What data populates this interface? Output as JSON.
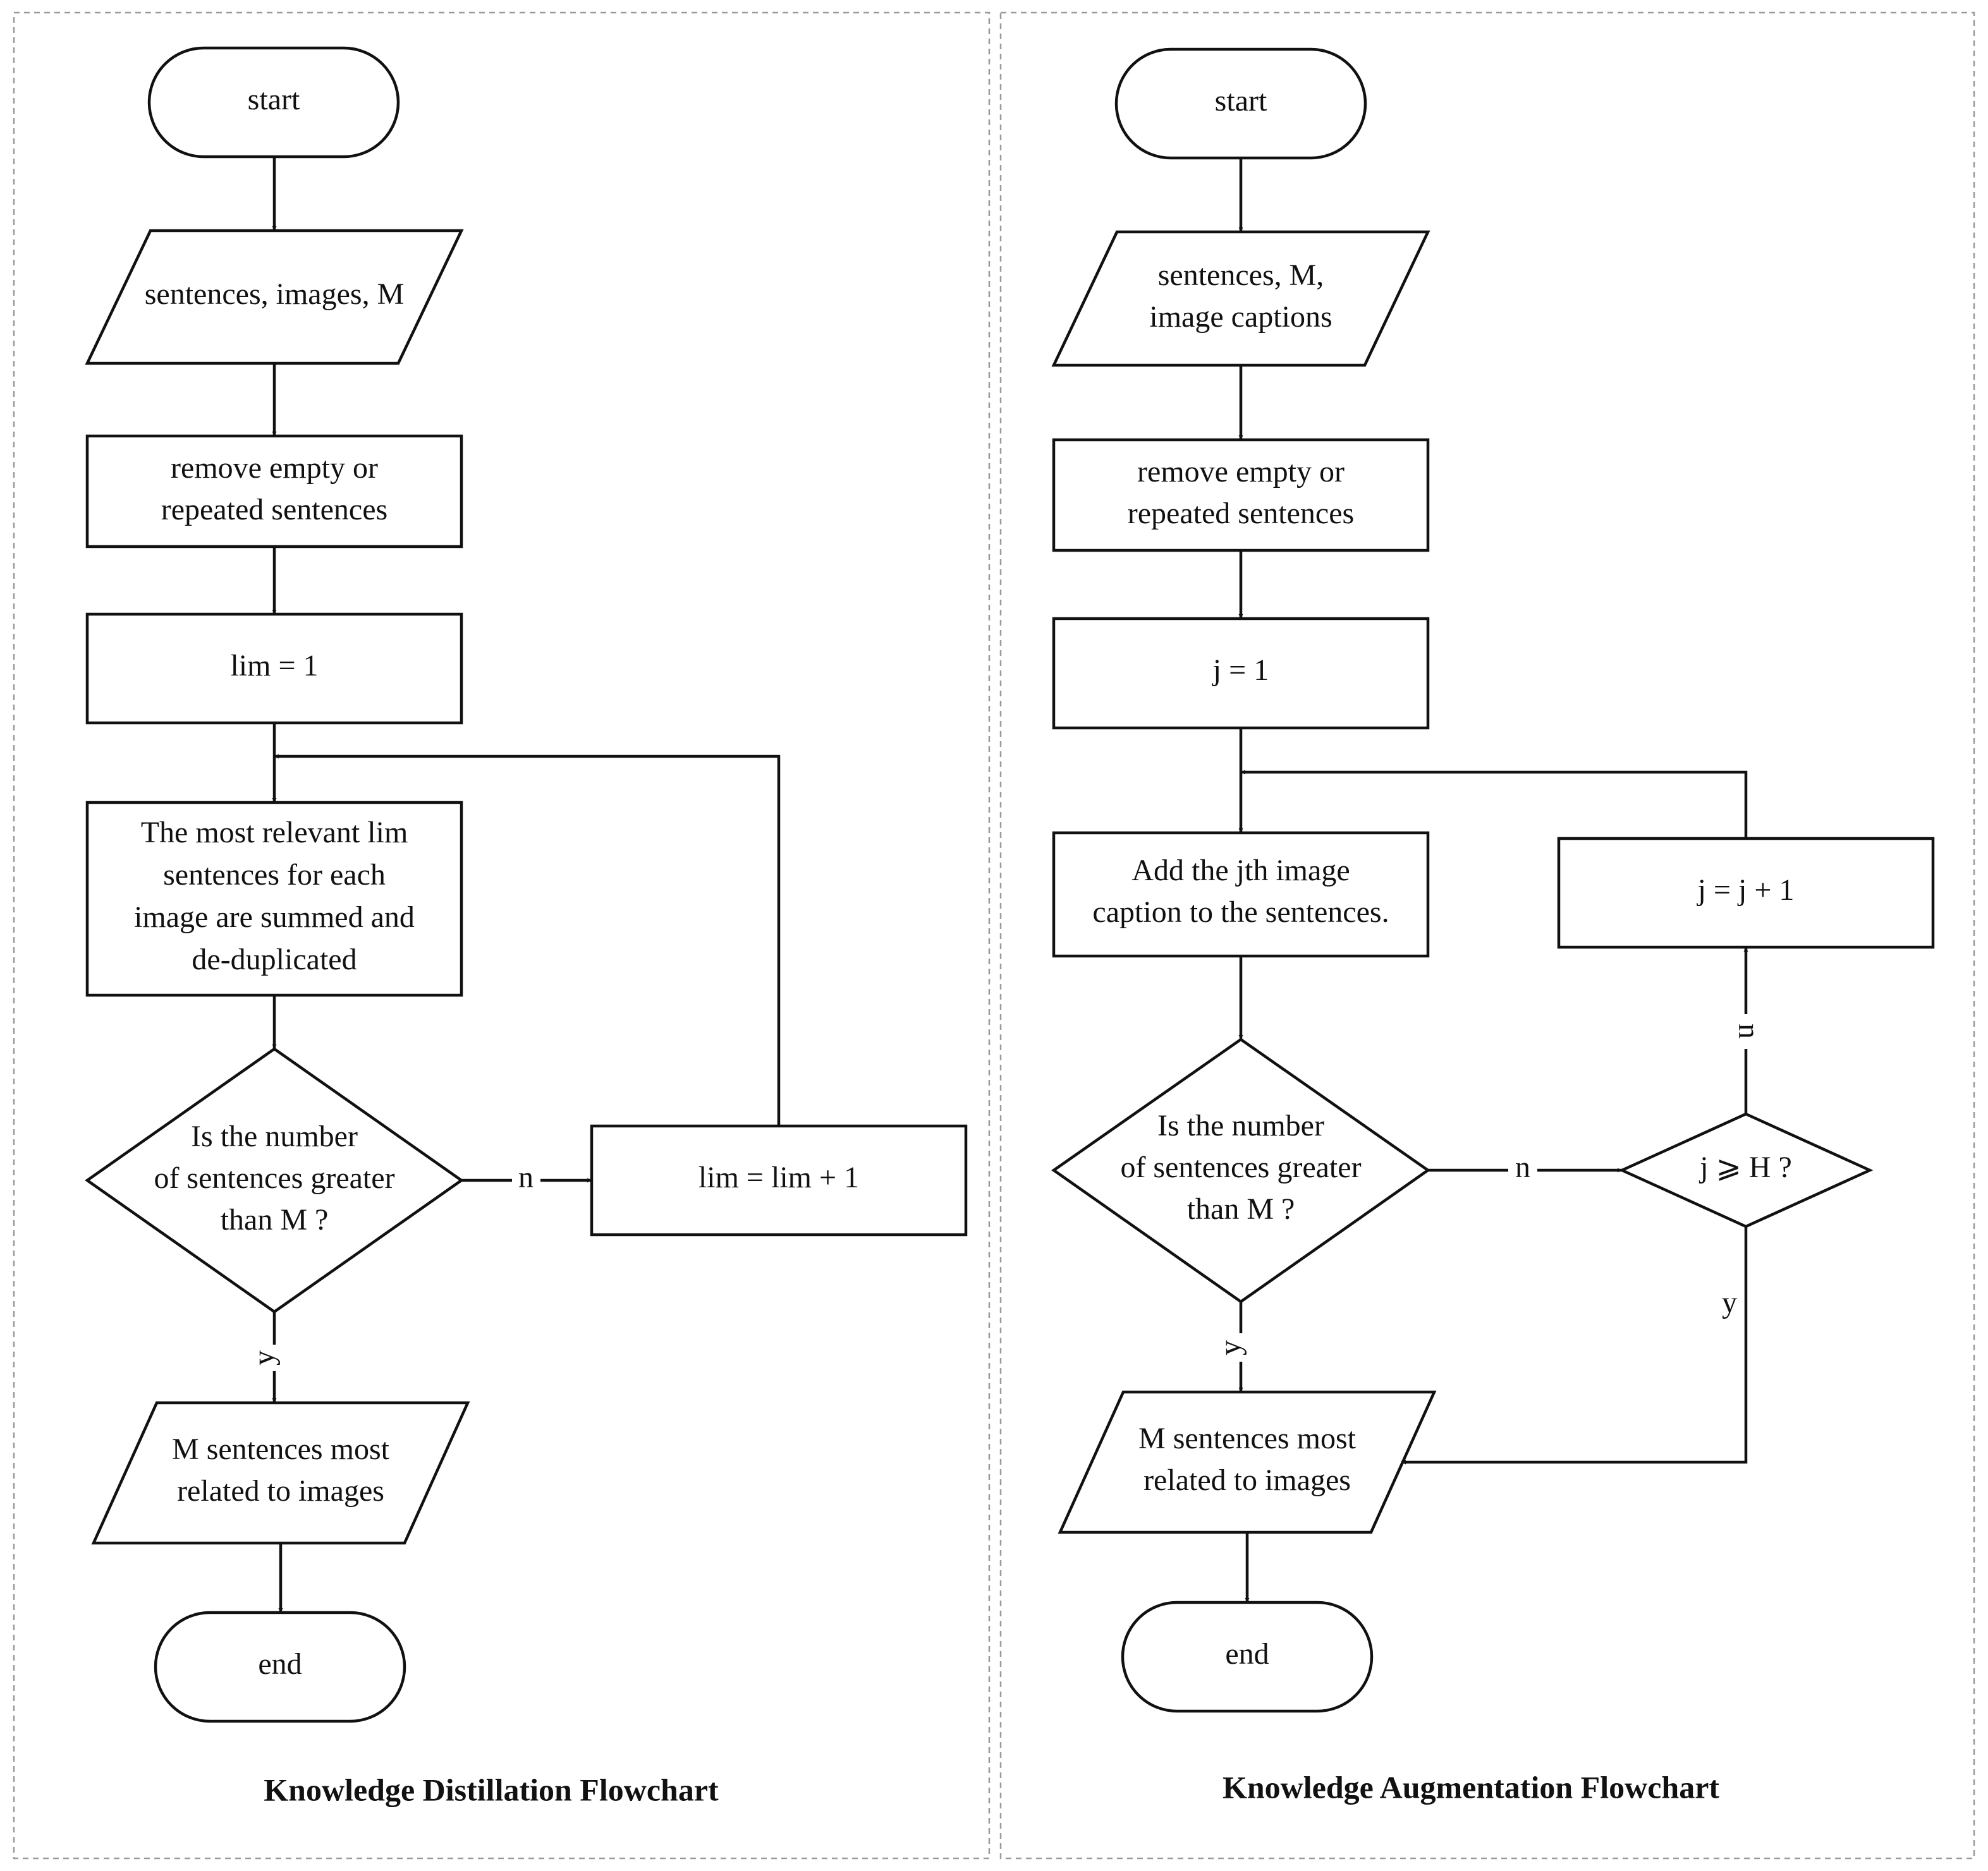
{
  "distillation": {
    "title": "Knowledge Distillation Flowchart",
    "start": "start",
    "input": "sentences, images, M",
    "remove": [
      "remove empty or",
      "repeated sentences"
    ],
    "init": "lim = 1",
    "relevant": [
      "The most relevant lim",
      "sentences for each",
      "image are summed and",
      "de-duplicated"
    ],
    "decision": [
      "Is the number",
      "of sentences greater",
      "than M ?"
    ],
    "no_label": "n",
    "yes_label": "y",
    "increment": "lim = lim + 1",
    "output": [
      "M sentences most",
      "related to images"
    ],
    "end": "end"
  },
  "augmentation": {
    "title": "Knowledge Augmentation Flowchart",
    "start": "start",
    "input": [
      "sentences, M,",
      "image captions"
    ],
    "remove": [
      "remove empty or",
      "repeated sentences"
    ],
    "init": "j = 1",
    "add_caption": [
      "Add the jth image",
      "caption to the sentences."
    ],
    "decision": [
      "Is the number",
      "of sentences greater",
      "than M ?"
    ],
    "no_label": "n",
    "yes_label": "y",
    "check": "j ⩾ H ?",
    "check_no_label": "n",
    "check_yes_label": "y",
    "increment": "j = j + 1",
    "output": [
      "M sentences most",
      "related to images"
    ],
    "end": "end"
  }
}
